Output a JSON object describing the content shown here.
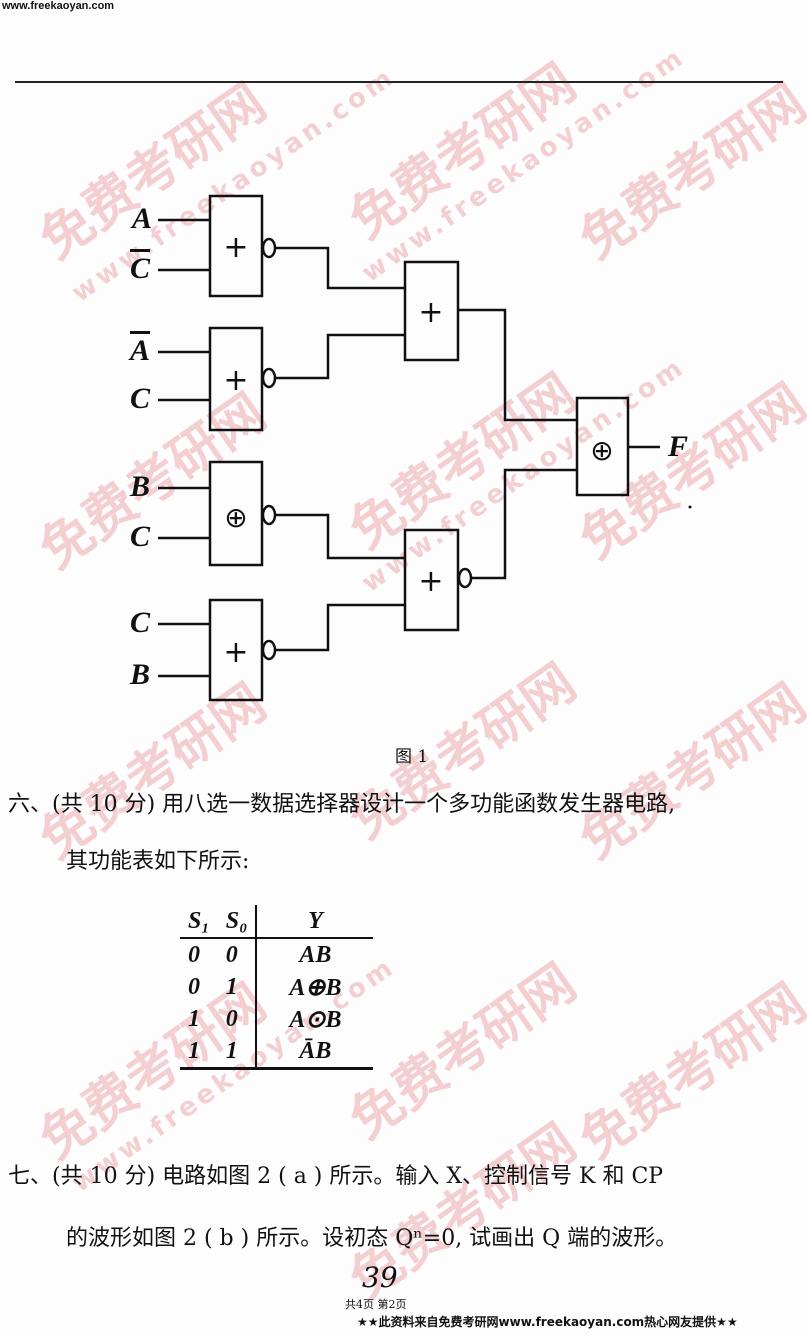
{
  "header": {
    "url": "www.freekaoyan.com"
  },
  "watermark": {
    "cn": "免费考研网",
    "en": "www.freekaoyan.com"
  },
  "circuit": {
    "inputs": [
      {
        "label": "A",
        "bar": false
      },
      {
        "label": "C",
        "bar": true
      },
      {
        "label": "A",
        "bar": true
      },
      {
        "label": "C",
        "bar": false
      },
      {
        "label": "B",
        "bar": false
      },
      {
        "label": "C",
        "bar": false
      },
      {
        "label": "C",
        "bar": false
      },
      {
        "label": "B",
        "bar": false
      }
    ],
    "gates": {
      "or": "+",
      "xor": "⊕"
    },
    "output": "F",
    "caption": "图 1"
  },
  "question6": {
    "line1": "六、(共 10 分) 用八选一数据选择器设计一个多功能函数发生器电路,",
    "line2": "其功能表如下所示:"
  },
  "table": {
    "headers": [
      "S₁",
      "S₀",
      "Y"
    ],
    "rows": [
      [
        "0",
        "0",
        "AB"
      ],
      [
        "0",
        "1",
        "A⊕B"
      ],
      [
        "1",
        "0",
        "A⊙B"
      ],
      [
        "1",
        "1",
        "ĀB"
      ]
    ]
  },
  "question7": {
    "line1": "七、(共 10 分) 电路如图 2 ( a ) 所示。输入 X、控制信号 K 和 CP",
    "line2": "的波形如图 2 ( b ) 所示。设初态 Qⁿ=0, 试画出 Q 端的波形。"
  },
  "footer": {
    "handwritten": "39",
    "page_info": "共4页  第2页",
    "banner": "★★此资料来自免费考研网www.freekaoyan.com热心网友提供★★"
  }
}
